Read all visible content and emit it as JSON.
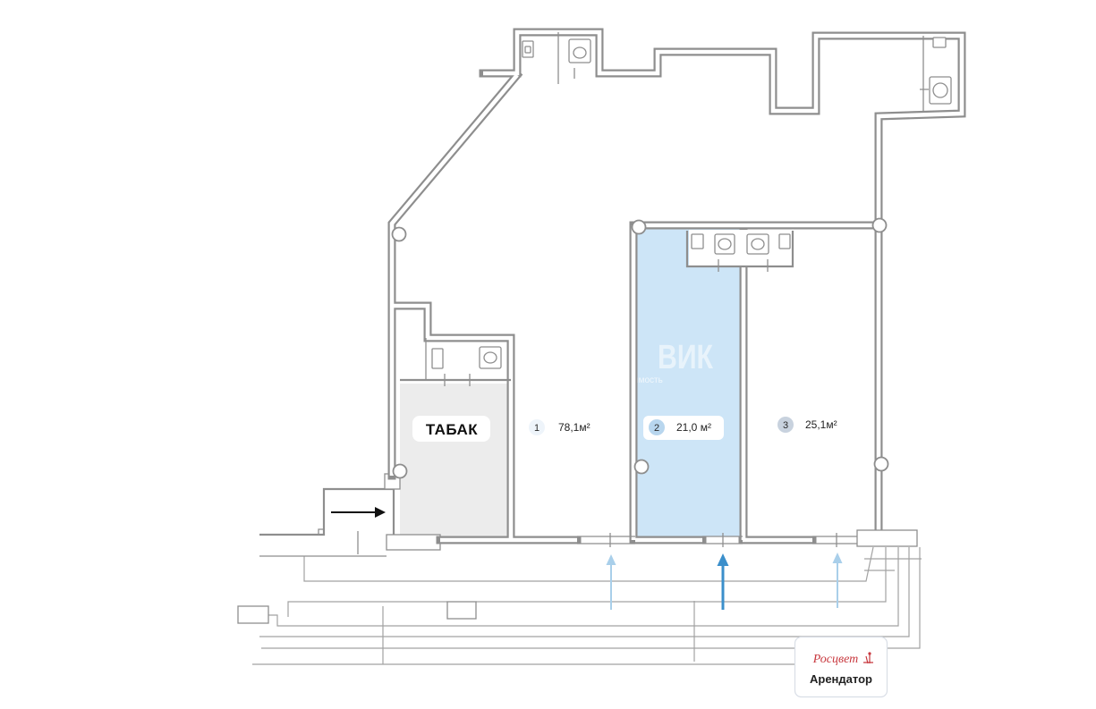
{
  "plan": {
    "tobacco_label": "ТАБАК",
    "rooms": [
      {
        "number": "1",
        "area": "78,1м²",
        "state": "available"
      },
      {
        "number": "2",
        "area": "21,0 м²",
        "state": "selected"
      },
      {
        "number": "3",
        "area": "25,1м²",
        "state": "available"
      }
    ]
  },
  "tenant_badge": {
    "logo": "Росцвет",
    "caption": "Арендатор"
  },
  "watermark": {
    "brand": "ВИК",
    "tagline": "имость"
  },
  "colors": {
    "selected_room_fill": "#cde5f7",
    "tobacco_fill": "#ececec",
    "selected_arrow": "#3b8fcb",
    "entrance_arrow": "#a9cfea",
    "badge_2": "#b8d6ee",
    "badge_3": "#c8d2de",
    "badge_1": "#eef4fa",
    "logo_red": "#c8383e",
    "black_arrow": "#111111"
  },
  "icons": [
    "toilet-icon",
    "sink-icon",
    "entrance-arrow-icon",
    "column-icon"
  ]
}
